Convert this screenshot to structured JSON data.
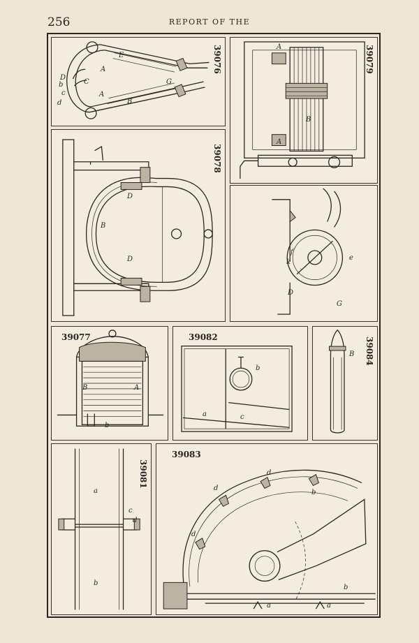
{
  "header": {
    "page_number": "256",
    "running_head": "REPORT OF THE"
  },
  "figures": {
    "f39076": {
      "number": "39076",
      "labels": [
        "E",
        "A",
        "A",
        "B",
        "G",
        "C",
        "D",
        "d",
        "c",
        "b"
      ]
    },
    "f39079": {
      "number": "39079",
      "labels": [
        "A",
        "A",
        "B"
      ]
    },
    "f39078": {
      "number": "39078",
      "labels": [
        "D",
        "B",
        "D"
      ]
    },
    "f39079b": {
      "labels": [
        "f",
        "k",
        "e",
        "D",
        "G"
      ]
    },
    "f39077": {
      "number": "39077",
      "labels": [
        "B",
        "A",
        "b"
      ]
    },
    "f39082": {
      "number": "39082",
      "labels": [
        "b",
        "a",
        "c"
      ]
    },
    "f39084": {
      "number": "39084",
      "labels": [
        "B"
      ]
    },
    "f39081": {
      "number": "39081",
      "labels": [
        "a",
        "c",
        "d",
        "b"
      ]
    },
    "f39083": {
      "number": "39083",
      "labels": [
        "d",
        "d",
        "d",
        "b",
        "a",
        "a",
        "b"
      ]
    }
  }
}
